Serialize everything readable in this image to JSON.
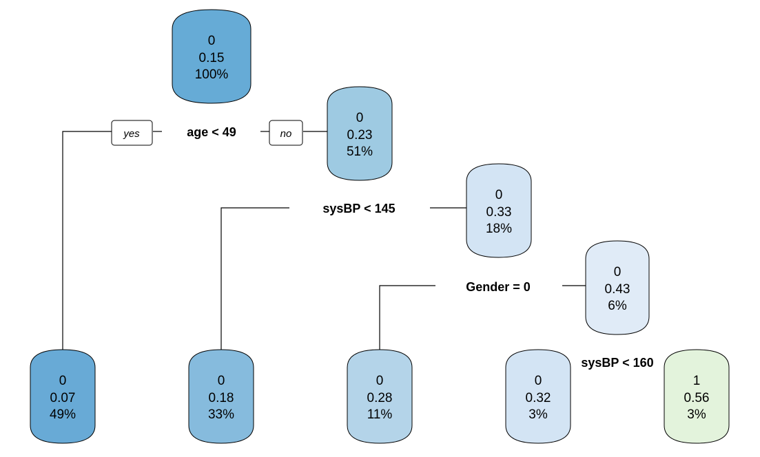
{
  "branch_labels": {
    "yes": "yes",
    "no": "no"
  },
  "nodes": {
    "root": {
      "class": "0",
      "prob": "0.15",
      "pct": "100%",
      "color": "#66abd6"
    },
    "n2": {
      "class": "0",
      "prob": "0.23",
      "pct": "51%",
      "color": "#9ecae2"
    },
    "n3": {
      "class": "0",
      "prob": "0.33",
      "pct": "18%",
      "color": "#d3e4f4"
    },
    "n4": {
      "class": "0",
      "prob": "0.43",
      "pct": "6%",
      "color": "#e0ebf7"
    },
    "leaf1": {
      "class": "0",
      "prob": "0.07",
      "pct": "49%",
      "color": "#68aad6"
    },
    "leaf2": {
      "class": "0",
      "prob": "0.18",
      "pct": "33%",
      "color": "#86bbdd"
    },
    "leaf3": {
      "class": "0",
      "prob": "0.28",
      "pct": "11%",
      "color": "#b4d4e9"
    },
    "leaf4": {
      "class": "0",
      "prob": "0.32",
      "pct": "3%",
      "color": "#d3e4f4"
    },
    "leaf5": {
      "class": "1",
      "prob": "0.56",
      "pct": "3%",
      "color": "#e3f3dc"
    }
  },
  "splits": {
    "s1": "age < 49",
    "s2": "sysBP < 145",
    "s3": "Gender = 0",
    "s4": "sysBP < 160"
  }
}
